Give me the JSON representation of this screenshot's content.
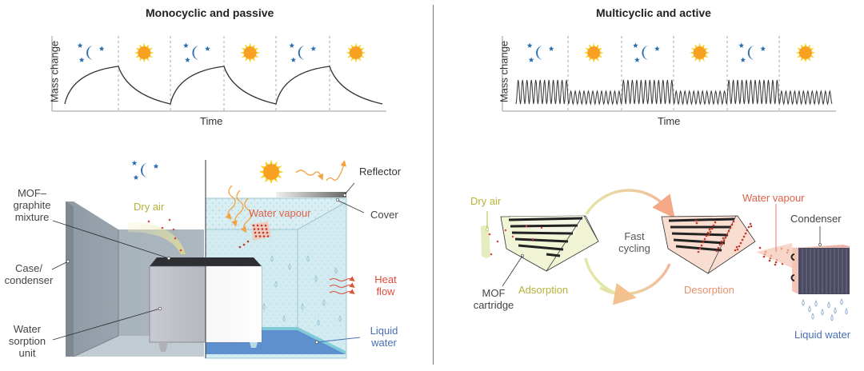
{
  "left_panel": {
    "title": "Monocyclic and passive",
    "chart": {
      "ylabel": "Mass change",
      "xlabel": "Time",
      "phases": [
        "night",
        "day",
        "night",
        "day",
        "night",
        "day"
      ],
      "curve": "single slow adsorption/desorption cycle per day-night phase"
    },
    "diagram": {
      "labels": {
        "mof_graphite": "MOF–\ngraphite\nmixture",
        "mof_graphite_lines": [
          "MOF–",
          "graphite",
          "mixture"
        ],
        "case_condenser_lines": [
          "Case/",
          "condenser"
        ],
        "water_sorption_lines": [
          "Water",
          "sorption",
          "unit"
        ],
        "dry_air": "Dry air",
        "water_vapour": "Water vapour",
        "reflector": "Reflector",
        "cover": "Cover",
        "heat_flow_lines": [
          "Heat",
          "flow"
        ],
        "liquid_water_lines": [
          "Liquid",
          "water"
        ]
      }
    }
  },
  "right_panel": {
    "title": "Multicyclic and active",
    "chart": {
      "ylabel": "Mass change",
      "xlabel": "Time",
      "phases": [
        "night",
        "day",
        "night",
        "day",
        "night",
        "day"
      ],
      "curve": "many fast cycles per phase; higher amplitude at night"
    },
    "diagram": {
      "labels": {
        "dry_air": "Dry air",
        "mof_cartridge_lines": [
          "MOF",
          "cartridge"
        ],
        "adsorption": "Adsorption",
        "fast_cycling_lines": [
          "Fast",
          "cycling"
        ],
        "desorption": "Desorption",
        "water_vapour": "Water vapour",
        "condenser": "Condenser",
        "liquid_water": "Liquid water"
      }
    }
  },
  "colors": {
    "dry_air": "#b5b33a",
    "water_vapour": "#e0604a",
    "desorption": "#e8906a",
    "liquid_water": "#4a6fb5",
    "heat_flow": "#e04a3a",
    "moon_star": "#2e6fb0",
    "sun": "#f7a021",
    "sun_rays": "#f5d020",
    "curve": "#333333"
  }
}
